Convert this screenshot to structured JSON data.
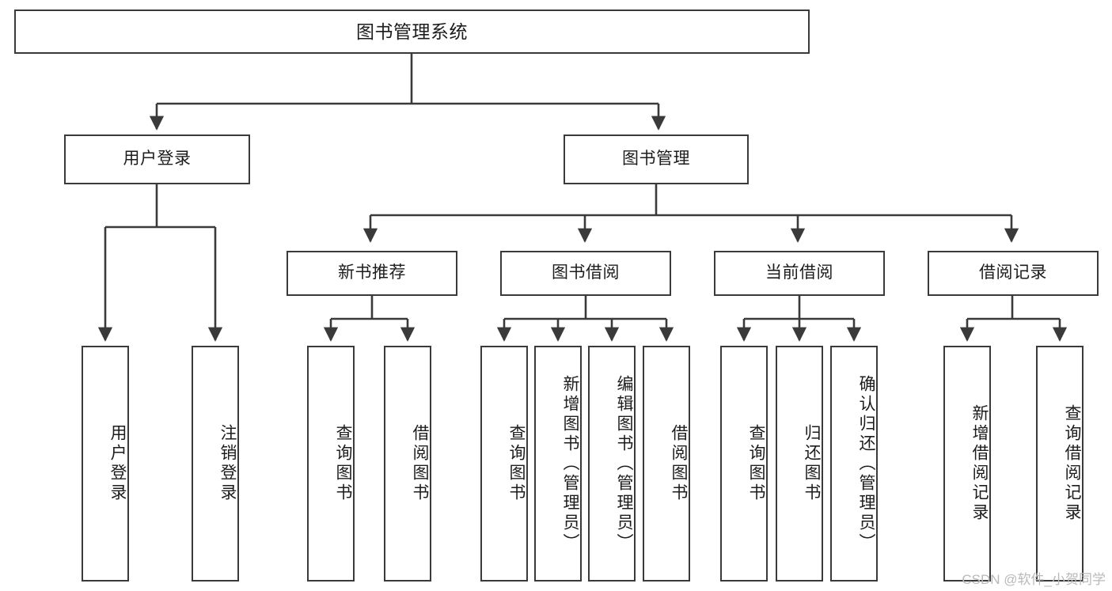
{
  "diagram": {
    "title": "图书管理系统",
    "type": "tree-hierarchy",
    "watermark": "CSDN @软件_小贺同学",
    "colors": {
      "box_border": "#3a3a3a",
      "box_fill": "#ffffff",
      "connector": "#3a3a3a",
      "text": "#1c1c1c",
      "watermark": "#b9b9b9",
      "background": "#ffffff"
    },
    "root": {
      "label": "图书管理系统"
    },
    "level2": [
      {
        "id": "user-login",
        "label": "用户登录"
      },
      {
        "id": "book-manage",
        "label": "图书管理"
      }
    ],
    "level3": [
      {
        "id": "new-book-recommend",
        "label": "新书推荐",
        "parent": "book-manage"
      },
      {
        "id": "book-borrow",
        "label": "图书借阅",
        "parent": "book-manage"
      },
      {
        "id": "current-borrow",
        "label": "当前借阅",
        "parent": "book-manage"
      },
      {
        "id": "borrow-record",
        "label": "借阅记录",
        "parent": "book-manage"
      }
    ],
    "leaves": [
      {
        "id": "leaf-user-login",
        "label": "用户登录",
        "parent": "user-login"
      },
      {
        "id": "leaf-logout-login",
        "label": "注销登录",
        "parent": "user-login"
      },
      {
        "id": "leaf-query-book-1",
        "label": "查询图书",
        "parent": "new-book-recommend"
      },
      {
        "id": "leaf-borrow-book-1",
        "label": "借阅图书",
        "parent": "new-book-recommend"
      },
      {
        "id": "leaf-query-book-2",
        "label": "查询图书",
        "parent": "book-borrow"
      },
      {
        "id": "leaf-add-book",
        "label": "新增图书（管理员）",
        "parent": "book-borrow"
      },
      {
        "id": "leaf-edit-book",
        "label": "编辑图书（管理员）",
        "parent": "book-borrow"
      },
      {
        "id": "leaf-borrow-book-2",
        "label": "借阅图书",
        "parent": "book-borrow"
      },
      {
        "id": "leaf-query-book-3",
        "label": "查询图书",
        "parent": "current-borrow"
      },
      {
        "id": "leaf-return-book",
        "label": "归还图书",
        "parent": "current-borrow"
      },
      {
        "id": "leaf-confirm-return",
        "label": "确认归还（管理员）",
        "parent": "current-borrow"
      },
      {
        "id": "leaf-add-record",
        "label": "新增借阅记录",
        "parent": "borrow-record"
      },
      {
        "id": "leaf-query-record",
        "label": "查询借阅记录",
        "parent": "borrow-record"
      }
    ]
  }
}
